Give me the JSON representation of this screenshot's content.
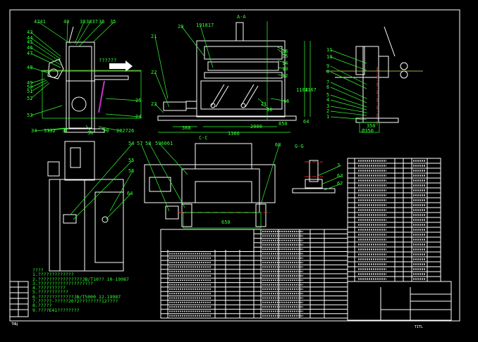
{
  "drawing": {
    "colors": {
      "background": "#000000",
      "geometry": "#ffffff",
      "annotation": "#33ff33",
      "centerline": "#dd2222",
      "axis": "#dddd66",
      "cylinder": "#cc33cc"
    },
    "section_labels": [
      "A-A",
      "C-C",
      "G-G"
    ],
    "front_view": {
      "balloons": [
        "4241",
        "40",
        "39",
        "3837",
        "36",
        "35",
        "43",
        "44",
        "45",
        "46",
        "47",
        "48",
        "49",
        "50",
        "51",
        "52",
        "53",
        "34",
        "3332",
        "31",
        "30",
        "29",
        "282726",
        "25",
        "24"
      ],
      "direction_note": "??????"
    },
    "main_view": {
      "balloons": [
        "20",
        "191817",
        "21",
        "22",
        "23",
        "16",
        "15",
        "14",
        "13",
        "12",
        "66",
        "11",
        "10"
      ],
      "dimensions": [
        "368",
        "1360",
        "2000",
        "1184",
        "1167",
        "850",
        "64"
      ]
    },
    "side_view": {
      "balloons": [
        "11",
        "10",
        "9",
        "8",
        "7",
        "6",
        "5",
        "4",
        "3",
        "2",
        "1"
      ],
      "dimensions": [
        "350",
        "Ø350"
      ]
    },
    "plan_view": {
      "balloons": [
        "54",
        "55",
        "56",
        "64"
      ]
    },
    "lower_view": {
      "balloons": [
        "57",
        "58",
        "596061",
        "68"
      ],
      "dimensions": [
        "650"
      ]
    },
    "gg_view": {
      "balloons": [
        "3",
        "63",
        "67"
      ]
    },
    "notes": [
      "????",
      "1.?????????????",
      "2.????????????????JB/T10?? 10-19987",
      "3.????????????????????",
      "4.??????????",
      "5.???????????",
      "6.?????????????JB/T5000 12-19987",
      "7.?????-?????20?2????????12????",
      "8.?????",
      "9.????E41????????"
    ],
    "title_block": {
      "bottom_label": "TITL",
      "left_label": "TИЦ"
    }
  }
}
